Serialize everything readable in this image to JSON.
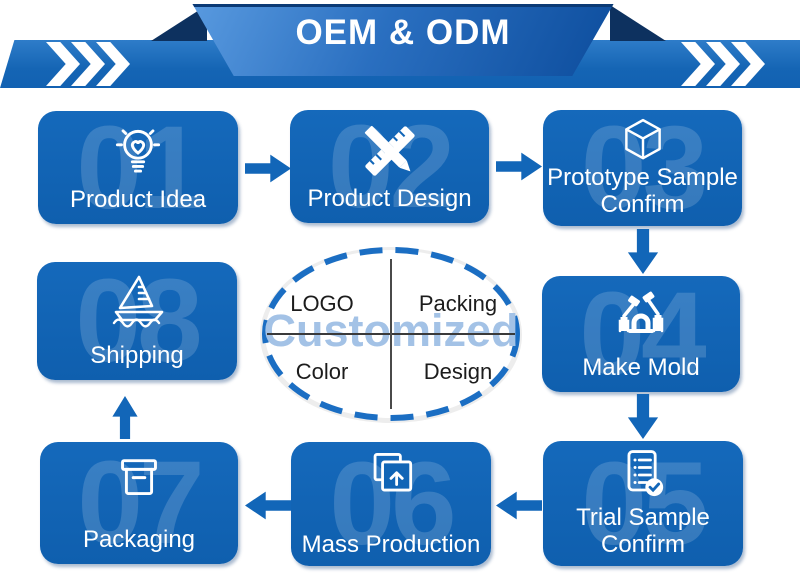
{
  "banner": {
    "title": "OEM & ODM"
  },
  "diagram": {
    "center": {
      "watermark": "Customized",
      "quadrants": {
        "top_left": "LOGO",
        "top_right": "Packing",
        "bottom_left": "Color",
        "bottom_right": "Design"
      }
    },
    "steps": [
      {
        "number": "01",
        "label": "Product Idea",
        "icon": "lightbulb-icon"
      },
      {
        "number": "02",
        "label": "Product Design",
        "icon": "ruler-pencil-icon"
      },
      {
        "number": "03",
        "label": "Prototype Sample Confirm",
        "icon": "cube-icon"
      },
      {
        "number": "04",
        "label": "Make Mold",
        "icon": "robot-arm-icon"
      },
      {
        "number": "05",
        "label": "Trial Sample Confirm",
        "icon": "checklist-check-icon"
      },
      {
        "number": "06",
        "label": "Mass Production",
        "icon": "copies-up-arrow-icon"
      },
      {
        "number": "07",
        "label": "Packaging",
        "icon": "package-box-icon"
      },
      {
        "number": "08",
        "label": "Shipping",
        "icon": "sailboat-icon"
      }
    ]
  },
  "colors": {
    "primary_blue": "#1266b8",
    "banner_fold_navy": "#0d315f",
    "watermark_blue": "#a3c2e6",
    "ellipse_dash_blue": "#1b6ec3"
  }
}
